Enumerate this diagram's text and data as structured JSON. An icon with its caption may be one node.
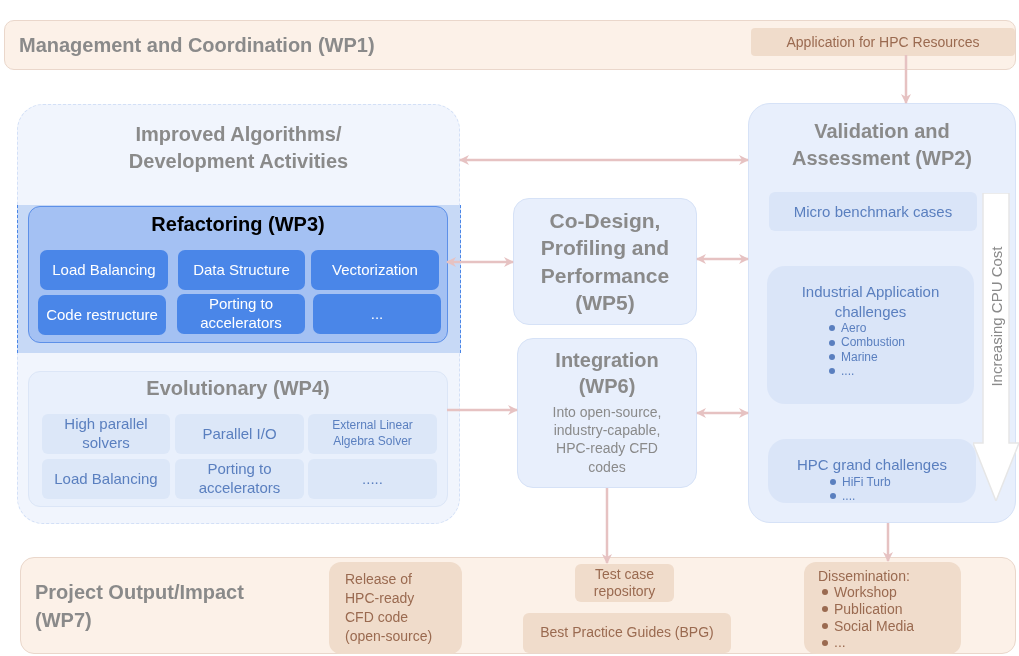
{
  "diagram": {
    "nodes": [
      {
        "text": [
          "Management and Coordination (WP1)"
        ]
      },
      {
        "text": [
          "Application for HPC Resources"
        ],
        "in": 0
      },
      {
        "text": [
          "Improved Algorithms/ Development Activities"
        ]
      },
      {
        "text": [
          "Refactoring (WP3)"
        ],
        "in": 2
      },
      {
        "text": [
          "Load Balancing"
        ],
        "in": 3
      },
      {
        "text": [
          "Data Structure"
        ],
        "in": 3
      },
      {
        "text": [
          "Vectorization"
        ],
        "in": 3
      },
      {
        "text": [
          "Code restructure"
        ],
        "in": 3
      },
      {
        "text": [
          "Porting to accelerators"
        ],
        "in": 3
      },
      {
        "text": [
          "..."
        ],
        "in": 3
      },
      {
        "text": [
          "Evolutionary (WP4)"
        ],
        "in": 2
      },
      {
        "text": [
          "High parallel solvers"
        ],
        "in": 10
      },
      {
        "text": [
          "Parallel I/O"
        ],
        "in": 10
      },
      {
        "text": [
          "External Linear Algebra Solver"
        ],
        "in": 10
      },
      {
        "text": [
          "Load Balancing"
        ],
        "in": 10
      },
      {
        "text": [
          "Porting to accelerators"
        ],
        "in": 10
      },
      {
        "text": [
          "....."
        ],
        "in": 10
      },
      {
        "text": [
          "Co-Design, Profiling and Performance (WP5)"
        ]
      },
      {
        "text": [
          "Integration (WP6)",
          "Into open-source, industry-capable, HPC-ready CFD codes"
        ]
      },
      {
        "text": [
          "Validation and Assessment (WP2)"
        ]
      },
      {
        "text": [
          "Micro benchmark cases"
        ],
        "in": 19
      },
      {
        "text": [
          "Industrial Application challenges",
          "Aero",
          "Combustion",
          "Marine",
          "...."
        ],
        "in": 19
      },
      {
        "text": [
          "HPC grand challenges",
          "HiFi Turb",
          "...."
        ],
        "in": 19
      },
      {
        "text": [
          "Increasing CPU Cost"
        ],
        "in": 19
      },
      {
        "text": [
          "Project Output/Impact (WP7)"
        ]
      },
      {
        "text": [
          "Release of HPC-ready CFD code (open-source)"
        ],
        "in": 24
      },
      {
        "text": [
          "Test case repository"
        ],
        "in": 24
      },
      {
        "text": [
          "Best Practice Guides (BPG)"
        ],
        "in": 24
      },
      {
        "text": [
          "Dissemination:",
          "Workshop",
          "Publication",
          "Social Media",
          "..."
        ],
        "in": 24
      }
    ],
    "edges": [
      {
        "from": 1,
        "to": 19,
        "arrow": "to"
      },
      {
        "from": 2,
        "to": 19,
        "arrow": "both"
      },
      {
        "from": 3,
        "to": 17,
        "arrow": "both"
      },
      {
        "from": 10,
        "to": 18,
        "arrow": "to"
      },
      {
        "from": 17,
        "to": 19,
        "arrow": "both"
      },
      {
        "from": 18,
        "to": 19,
        "arrow": "both"
      },
      {
        "from": 18,
        "to": 26,
        "arrow": "to"
      },
      {
        "from": 19,
        "to": 28,
        "arrow": "to"
      }
    ]
  }
}
